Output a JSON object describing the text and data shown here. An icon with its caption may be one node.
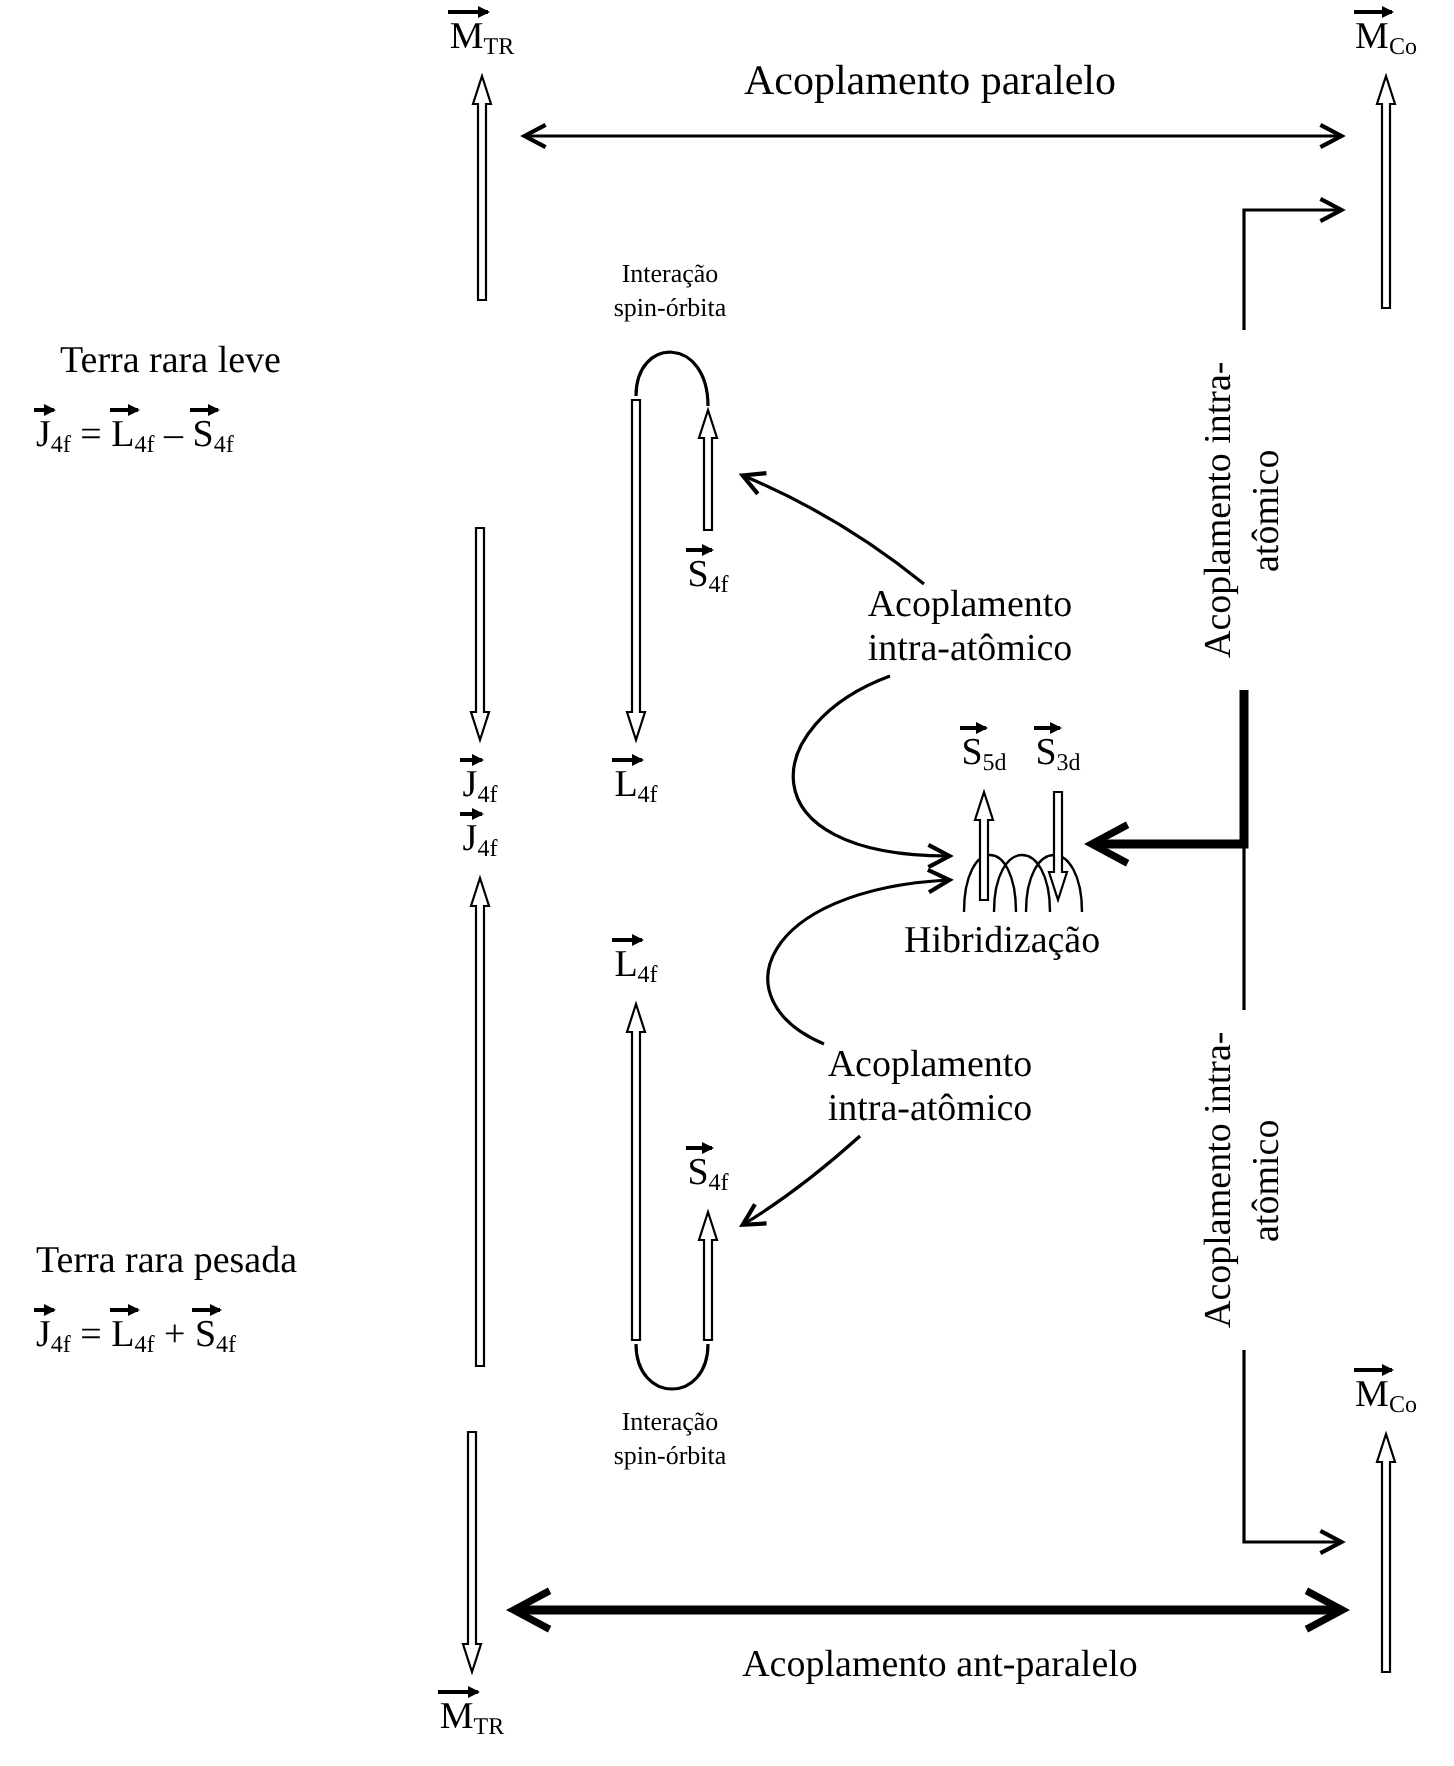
{
  "diagram": {
    "nodes": [
      {
        "text": [
          "M$_{TR}$"
        ]
      },
      {
        "text": [
          "M$_{Co}$"
        ]
      },
      {
        "text": [
          "L$_{4f}$"
        ]
      },
      {
        "text": [
          "S$_{4f}$"
        ]
      },
      {
        "text": [
          "J$_{4f}$"
        ]
      },
      {
        "text": [
          "Acoplamento intra-atômico"
        ]
      },
      {
        "text": [
          "Acoplamento intra-atômico"
        ]
      },
      {
        "text": [
          "S$_{5d}$"
        ]
      },
      {
        "text": [
          "S$_{3d}$"
        ]
      },
      {
        "text": [
          "J$_{4f}$"
        ]
      },
      {
        "text": [
          "L$_{4f}$"
        ]
      },
      {
        "text": [
          "Acoplamento intra-atômico"
        ]
      },
      {
        "text": [
          "Acoplamento intra-atômico"
        ]
      },
      {
        "text": [
          "S$_{4f}$"
        ]
      },
      {
        "text": [
          "M$_{Co}$"
        ]
      },
      {
        "text": [
          "M$_{TR}$"
        ]
      }
    ],
    "edges": [
      {
        "from": 0,
        "to": 1,
        "arrow": "both",
        "label": "Acoplamento paralelo"
      },
      {
        "from": 2,
        "to": 3,
        "arrow": "none",
        "label": "Interação spin-órbita"
      },
      {
        "from": 5,
        "to": 3,
        "arrow": "to"
      },
      {
        "from": 6,
        "to": 1,
        "arrow": "to"
      },
      {
        "from": 5,
        "to": 7,
        "arrow": "to"
      },
      {
        "from": 6,
        "to": 8,
        "arrow": "to",
        "style": "thick"
      },
      {
        "from": 6,
        "to": 12,
        "arrow": "none"
      },
      {
        "from": 11,
        "to": 7,
        "arrow": "to"
      },
      {
        "from": 10,
        "to": 13,
        "arrow": "none",
        "label": "Interação spin-órbita"
      },
      {
        "from": 11,
        "to": 13,
        "arrow": "to"
      },
      {
        "from": 12,
        "to": 14,
        "arrow": "to"
      },
      {
        "from": 15,
        "to": 14,
        "arrow": "both",
        "label": "Acoplamento ant-paralelo",
        "style": "thick"
      }
    ],
    "labels": [
      "Terra rara leve",
      "J$_{4f}$ = L$_{4f}$ – S$_{4f}$",
      "Hibridização",
      "Terra rara pesada",
      "J$_{4f}$ = L$_{4f}$ + S$_{4f}$"
    ]
  }
}
